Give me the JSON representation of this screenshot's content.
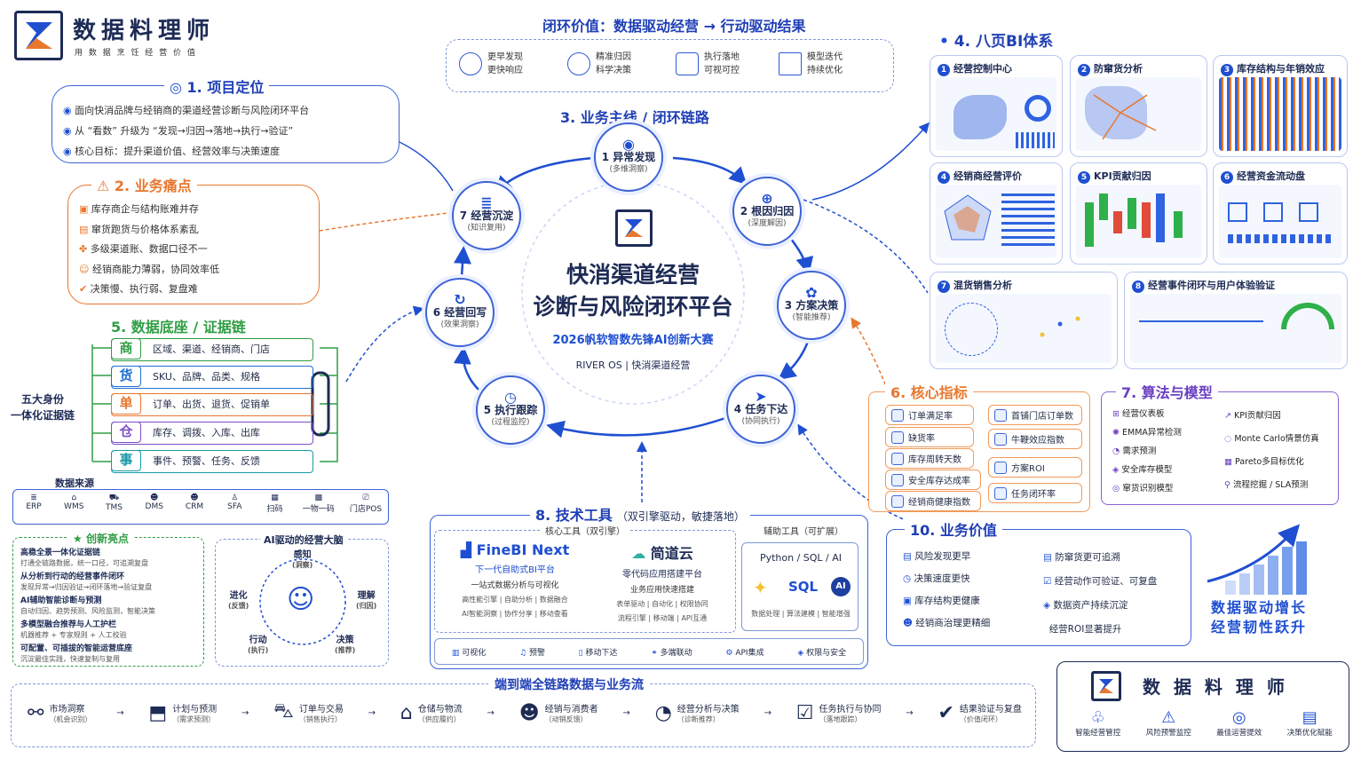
{
  "brand": {
    "name": "数据料理师",
    "slogan": "用 数 据 烹 饪 经 营 价 值"
  },
  "top_banner": {
    "title": "闭环价值：数据驱动经营 → 行动驱动结果",
    "items": [
      {
        "icon": "eye-search-icon",
        "l1": "更早发现",
        "l2": "更快响应"
      },
      {
        "icon": "target-icon",
        "l1": "精准归因",
        "l2": "科学决策"
      },
      {
        "icon": "monitor-check-icon",
        "l1": "执行落地",
        "l2": "可视可控"
      },
      {
        "icon": "bar-growth-icon",
        "l1": "模型迭代",
        "l2": "持续优化"
      }
    ]
  },
  "sec1": {
    "title": "1. 项目定位",
    "items": [
      "面向快消品牌与经销商的渠道经营诊断与风险闭环平台",
      "从 “看数” 升级为 “发现→归因→落地→执行→验证”",
      "核心目标：提升渠道价值、经营效率与决策速度"
    ]
  },
  "sec2": {
    "title": "2. 业务痛点",
    "items": [
      "库存商企与结构账难并存",
      "窜货跑货与价格体系紊乱",
      "多级渠道账、数据口径不一",
      "经销商能力薄弱，协同效率低",
      "决策慢、执行弱、复盘难"
    ]
  },
  "sec3": {
    "title": "3. 业务主线 / 闭环链路"
  },
  "center": {
    "title1": "快消渠道经营",
    "title2": "诊断与风险闭环平台",
    "sub": "2026帆软智数先锋AI创新大赛",
    "foot": "RIVER OS | 快消渠道经营"
  },
  "loop": [
    {
      "n": "1 异常发现",
      "s": "(多维洞察)",
      "icon": "eye-icon"
    },
    {
      "n": "2 根因归因",
      "s": "(深度解因)",
      "icon": "crosshair-icon"
    },
    {
      "n": "3 方案决策",
      "s": "(智能推荐)",
      "icon": "brain-icon"
    },
    {
      "n": "4 任务下达",
      "s": "(协同执行)",
      "icon": "send-icon"
    },
    {
      "n": "5 执行跟踪",
      "s": "(过程监控)",
      "icon": "clock-icon"
    },
    {
      "n": "6 经营回写",
      "s": "(效果洞察)",
      "icon": "refresh-icon"
    },
    {
      "n": "7 经营沉淀",
      "s": "(知识复用)",
      "icon": "database-icon"
    }
  ],
  "sec4": {
    "title": "4. 八页BI体系",
    "pages": [
      {
        "no": "1",
        "name": "经营控制中心"
      },
      {
        "no": "2",
        "name": "防窜货分析"
      },
      {
        "no": "3",
        "name": "库存结构与年销效应"
      },
      {
        "no": "4",
        "name": "经销商经营评价"
      },
      {
        "no": "5",
        "name": "KPI贡献归因"
      },
      {
        "no": "6",
        "name": "经营资金流动盘"
      },
      {
        "no": "7",
        "name": "混货销售分析"
      },
      {
        "no": "8",
        "name": "经营事件闭环与用户体验验证"
      }
    ]
  },
  "sec5": {
    "title": "5. 数据底座 / 证据链",
    "side": "五大身份\n一体化证据链",
    "rows": [
      {
        "k": "商",
        "v": "区域、渠道、经销商、门店",
        "c": "#2f9e44"
      },
      {
        "k": "货",
        "v": "SKU、品牌、品类、规格",
        "c": "#1f6fd1"
      },
      {
        "k": "单",
        "v": "订单、出货、退货、促销单",
        "c": "#e8772e"
      },
      {
        "k": "仓",
        "v": "库存、调拨、入库、出库",
        "c": "#7b4ec9"
      },
      {
        "k": "事",
        "v": "事件、预警、任务、反馈",
        "c": "#1a9aa8"
      }
    ],
    "sources_title": "数据来源",
    "sources": [
      "ERP",
      "WMS",
      "TMS",
      "DMS",
      "CRM",
      "SFA",
      "扫码",
      "一物一码",
      "门店POS"
    ]
  },
  "sec6": {
    "title": "6. 核心指标",
    "left": [
      "订单满足率",
      "缺货率",
      "库存周转天数",
      "安全库存达成率",
      "经销商健康指数"
    ],
    "right": [
      "首铺门店订单数",
      "牛鞭效应指数",
      "方案ROI",
      "任务闭环率"
    ]
  },
  "sec7": {
    "title": "7. 算法与模型",
    "left": [
      "经营仪表板",
      "EMMA异常检测",
      "需求预测",
      "安全库存模型",
      "窜货识别模型"
    ],
    "right": [
      "KPI贡献归因",
      "Monte Carlo情景仿真",
      "Pareto多目标优化",
      "流程挖掘 / SLA预测"
    ]
  },
  "sec8": {
    "title": "8. 技术工具",
    "sub": "（双引擎驱动，敏捷落地）",
    "core_label": "核心工具（双引擎）",
    "aux_label": "辅助工具（可扩展）",
    "finebi": {
      "name": "FineBI Next",
      "d1": "下一代自助式BI平台",
      "d2": "一站式数据分析与可视化",
      "d3": "高性能引擎 | 自助分析 | 数据融合",
      "d4": "AI智能洞察 | 协作分享 | 移动查看"
    },
    "jdy": {
      "name": "简道云",
      "d1": "零代码应用搭建平台",
      "d2": "业务应用快速搭建",
      "d3": "表单驱动 | 自动化 | 权限协同",
      "d4": "流程引擎 | 移动端 | API互通"
    },
    "aux": {
      "l1": "Python / SQL / AI",
      "sql": "SQL",
      "ai": "AI",
      "d": "数据处理 | 算法建模 | 智能增强"
    },
    "features": [
      "可视化",
      "预警",
      "移动下达",
      "多端联动",
      "API集成",
      "权限与安全"
    ]
  },
  "sec9": {
    "title": "创新亮点",
    "items": [
      {
        "t": "高稳全景一体化证据链",
        "d": "打通全链路数据，统一口径，可追溯复盘"
      },
      {
        "t": "从分析到行动的经营事件闭环",
        "d": "发现异常→归因验证→闭环落地→验证复盘"
      },
      {
        "t": "AI辅助智能诊断与预测",
        "d": "自动归因、趋势预测、风险监测，智能决策"
      },
      {
        "t": "多模型融合推荐与人工护栏",
        "d": "机器推荐 + 专家规则 + 人工校验"
      },
      {
        "t": "可配置、可插拔的智能运营底座",
        "d": "沉淀最佳实践，快速复制与复用"
      }
    ]
  },
  "ai_brain": {
    "title": "AI驱动的经营大脑",
    "n1": "感知",
    "n1s": "(洞察)",
    "n2": "理解",
    "n2s": "(归因)",
    "n3": "决策",
    "n3s": "(推荐)",
    "n4": "行动",
    "n4s": "(执行)",
    "n5": "进化",
    "n5s": "(反馈)"
  },
  "sec10": {
    "title": "10. 业务价值",
    "left": [
      "风险发现更早",
      "决策速度更快",
      "库存结构更健康",
      "经销商治理更精细"
    ],
    "right": [
      "防窜货更可追溯",
      "经营动作可验证、可复盘",
      "数据资产持续沉淀",
      "经营ROI显著提升"
    ]
  },
  "growth": {
    "l1": "数据驱动增长",
    "l2": "经营韧性跃升"
  },
  "pipeline": {
    "title": "端到端全链路数据与业务流",
    "steps": [
      {
        "t": "市场洞察",
        "s": "（机会识别）"
      },
      {
        "t": "计划与预测",
        "s": "（需求预测）"
      },
      {
        "t": "订单与交易",
        "s": "（销售执行）"
      },
      {
        "t": "仓储与物流",
        "s": "（供应履约）"
      },
      {
        "t": "经销与消费者",
        "s": "（动销反馈）"
      },
      {
        "t": "经营分析与决策",
        "s": "（诊断推荐）"
      },
      {
        "t": "任务执行与协同",
        "s": "（落地跟踪）"
      },
      {
        "t": "结果验证与复盘",
        "s": "（价值闭环）"
      }
    ]
  },
  "brand_card": {
    "name": "数 据 料 理 师",
    "items": [
      "智能经营管控",
      "风险预警监控",
      "最佳运营提效",
      "决策优化赋能"
    ]
  }
}
